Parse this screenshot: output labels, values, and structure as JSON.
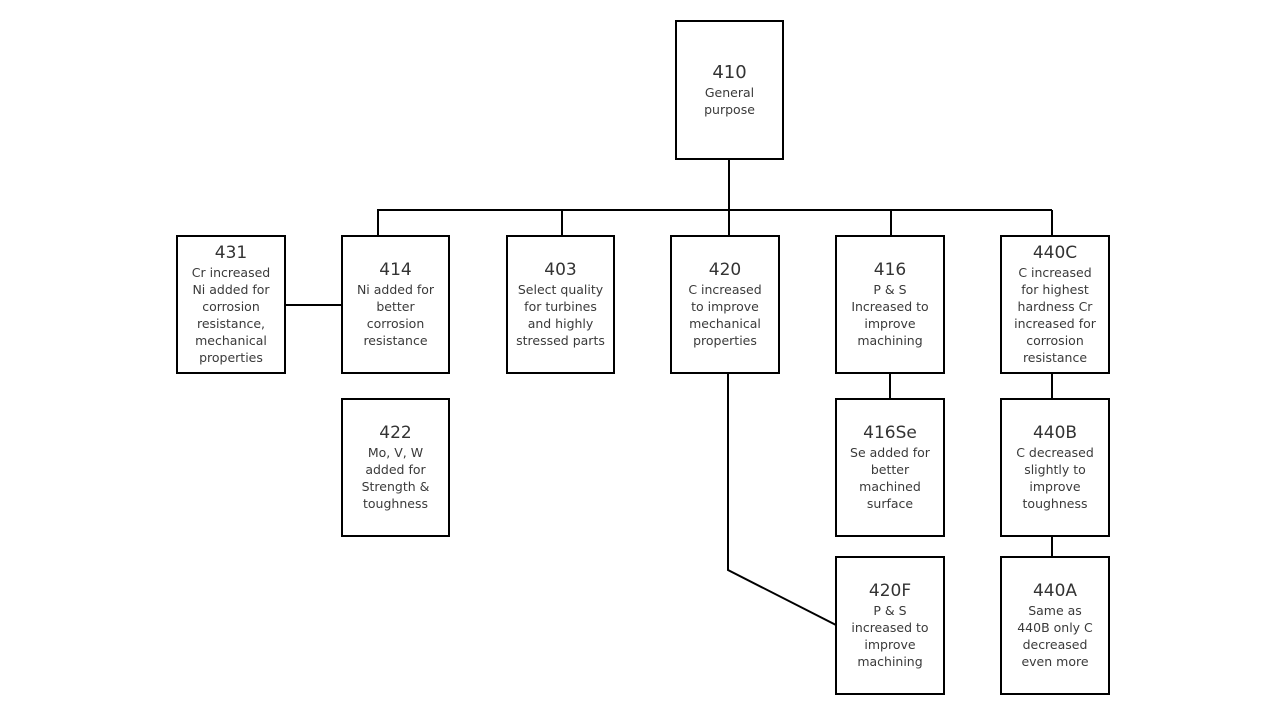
{
  "diagram": {
    "nodes": [
      {
        "id": "410",
        "title": "410",
        "desc": "General\npurpose"
      },
      {
        "id": "431",
        "title": "431",
        "desc": "Cr increased\nNi added for\ncorrosion\nresistance,\nmechanical\nproperties"
      },
      {
        "id": "414",
        "title": "414",
        "desc": "Ni added for\nbetter\ncorrosion\nresistance"
      },
      {
        "id": "403",
        "title": "403",
        "desc": "Select quality\nfor turbines\nand highly\nstressed parts"
      },
      {
        "id": "420",
        "title": "420",
        "desc": "C increased\nto improve\nmechanical\nproperties"
      },
      {
        "id": "416",
        "title": "416",
        "desc": "P & S\nIncreased to\nimprove\nmachining"
      },
      {
        "id": "440C",
        "title": "440C",
        "desc": "C increased\nfor highest\nhardness Cr\nincreased for\ncorrosion\nresistance"
      },
      {
        "id": "422",
        "title": "422",
        "desc": "Mo, V, W\nadded for\nStrength &\ntoughness"
      },
      {
        "id": "416Se",
        "title": "416Se",
        "desc": "Se added for\nbetter\nmachined\nsurface"
      },
      {
        "id": "440B",
        "title": "440B",
        "desc": "C decreased\nslightly to\nimprove\ntoughness"
      },
      {
        "id": "420F",
        "title": "420F",
        "desc": "P & S\nincreased to\nimprove\nmachining"
      },
      {
        "id": "440A",
        "title": "440A",
        "desc": "Same as\n440B only C\ndecreased\neven more"
      }
    ],
    "edges": [
      {
        "from": "410",
        "to": "414"
      },
      {
        "from": "410",
        "to": "403"
      },
      {
        "from": "410",
        "to": "420"
      },
      {
        "from": "410",
        "to": "416"
      },
      {
        "from": "410",
        "to": "440C"
      },
      {
        "from": "414",
        "to": "431"
      },
      {
        "from": "416",
        "to": "416Se"
      },
      {
        "from": "440C",
        "to": "440B"
      },
      {
        "from": "440B",
        "to": "440A"
      },
      {
        "from": "420",
        "to": "420F"
      }
    ]
  }
}
